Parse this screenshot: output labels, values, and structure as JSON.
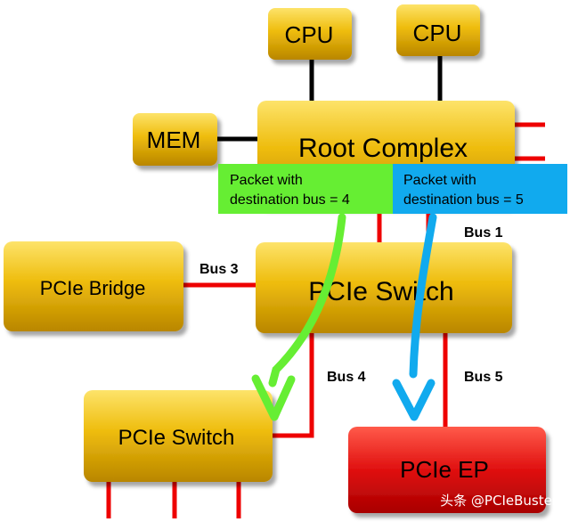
{
  "nodes": {
    "cpu_left": "CPU",
    "cpu_right": "CPU",
    "mem": "MEM",
    "root_complex": "Root Complex",
    "pcie_bridge": "PCIe Bridge",
    "pcie_switch_upper": "PCIe Switch",
    "pcie_switch_lower": "PCIe Switch",
    "pcie_ep": "PCIe EP"
  },
  "buses": {
    "bus1": "Bus 1",
    "bus3": "Bus 3",
    "bus4": "Bus 4",
    "bus5": "Bus 5"
  },
  "packets": {
    "green_line1": "Packet with",
    "green_line2": "destination bus = 4",
    "blue_line1": "Packet with",
    "blue_line2": "destination bus = 5"
  },
  "watermark": "头条 @PCIeBuster",
  "colors": {
    "gold": "#e8b400",
    "red_box": "#e01010",
    "link_red": "#ee0000",
    "packet_green": "#66ee33",
    "packet_blue": "#11aaee"
  }
}
